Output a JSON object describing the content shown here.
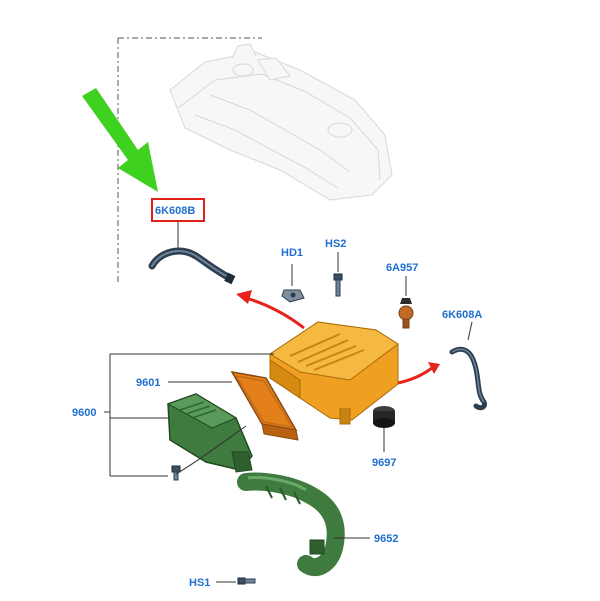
{
  "labels": {
    "hose_top": "6K608B",
    "hd1": "HD1",
    "hs2": "HS2",
    "part_6a957": "6A957",
    "hose_right": "6K608A",
    "filter_element": "9601",
    "air_cleaner": "9600",
    "grommet": "9697",
    "air_duct": "9652",
    "hs1": "HS1"
  },
  "colors": {
    "label_text": "#1f6fd1",
    "highlight_box": "#e0201a",
    "pointer_arrow": "#3fd11f",
    "flow_arrow": "#e8231b",
    "housing_orange": "#f0a020",
    "filter_orange": "#e3801a",
    "housing_green": "#3f7a3f",
    "hose_dark": "#2c3e50",
    "leader_line": "#333333"
  },
  "icons": [
    "green-pointer-arrow",
    "red-flow-arrow"
  ]
}
